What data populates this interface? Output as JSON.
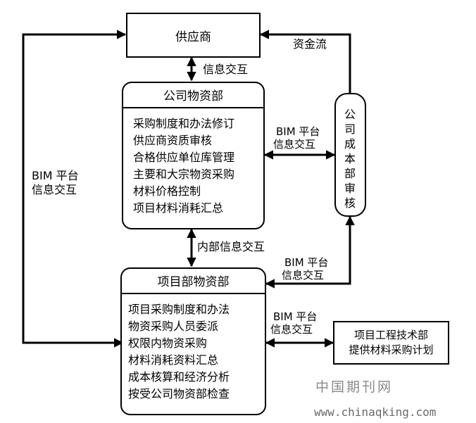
{
  "nodes": {
    "supplier": "供应商",
    "company_dept": {
      "title": "公司物资部",
      "items": [
        "采购制度和办法修订",
        "供应商资质审核",
        "合格供应单位库管理",
        "主要和大宗物资采购",
        "材料价格控制",
        "项目材料消耗汇总"
      ]
    },
    "cost_audit": "公司成本部审核",
    "project_dept": {
      "title": "项目部物资部",
      "items": [
        "项目采购制度和办法",
        "物资采购人员委派",
        "权限内物资采购",
        "材料消耗资料汇总",
        "成本核算和经济分析",
        "按受公司物资部检查"
      ]
    },
    "engineering_dept": {
      "line1": "项目工程技术部",
      "line2": "提供材料采购计划"
    }
  },
  "edges": {
    "supplier_company": "信息交互",
    "capital_flow": "资金流",
    "company_cost": {
      "line1": "BIM 平台",
      "line2": "信息交互"
    },
    "left_bim": {
      "line1": "BIM 平台",
      "line2": "信息交互"
    },
    "internal": "内部信息交互",
    "project_cost": {
      "line1": "BIM 平台",
      "line2": "信息交互"
    },
    "project_engineering": {
      "line1": "BIM 平台",
      "line2": "信息交互"
    }
  },
  "watermark": {
    "name": "中国期刊网",
    "url": "www.chinaqking.com"
  }
}
